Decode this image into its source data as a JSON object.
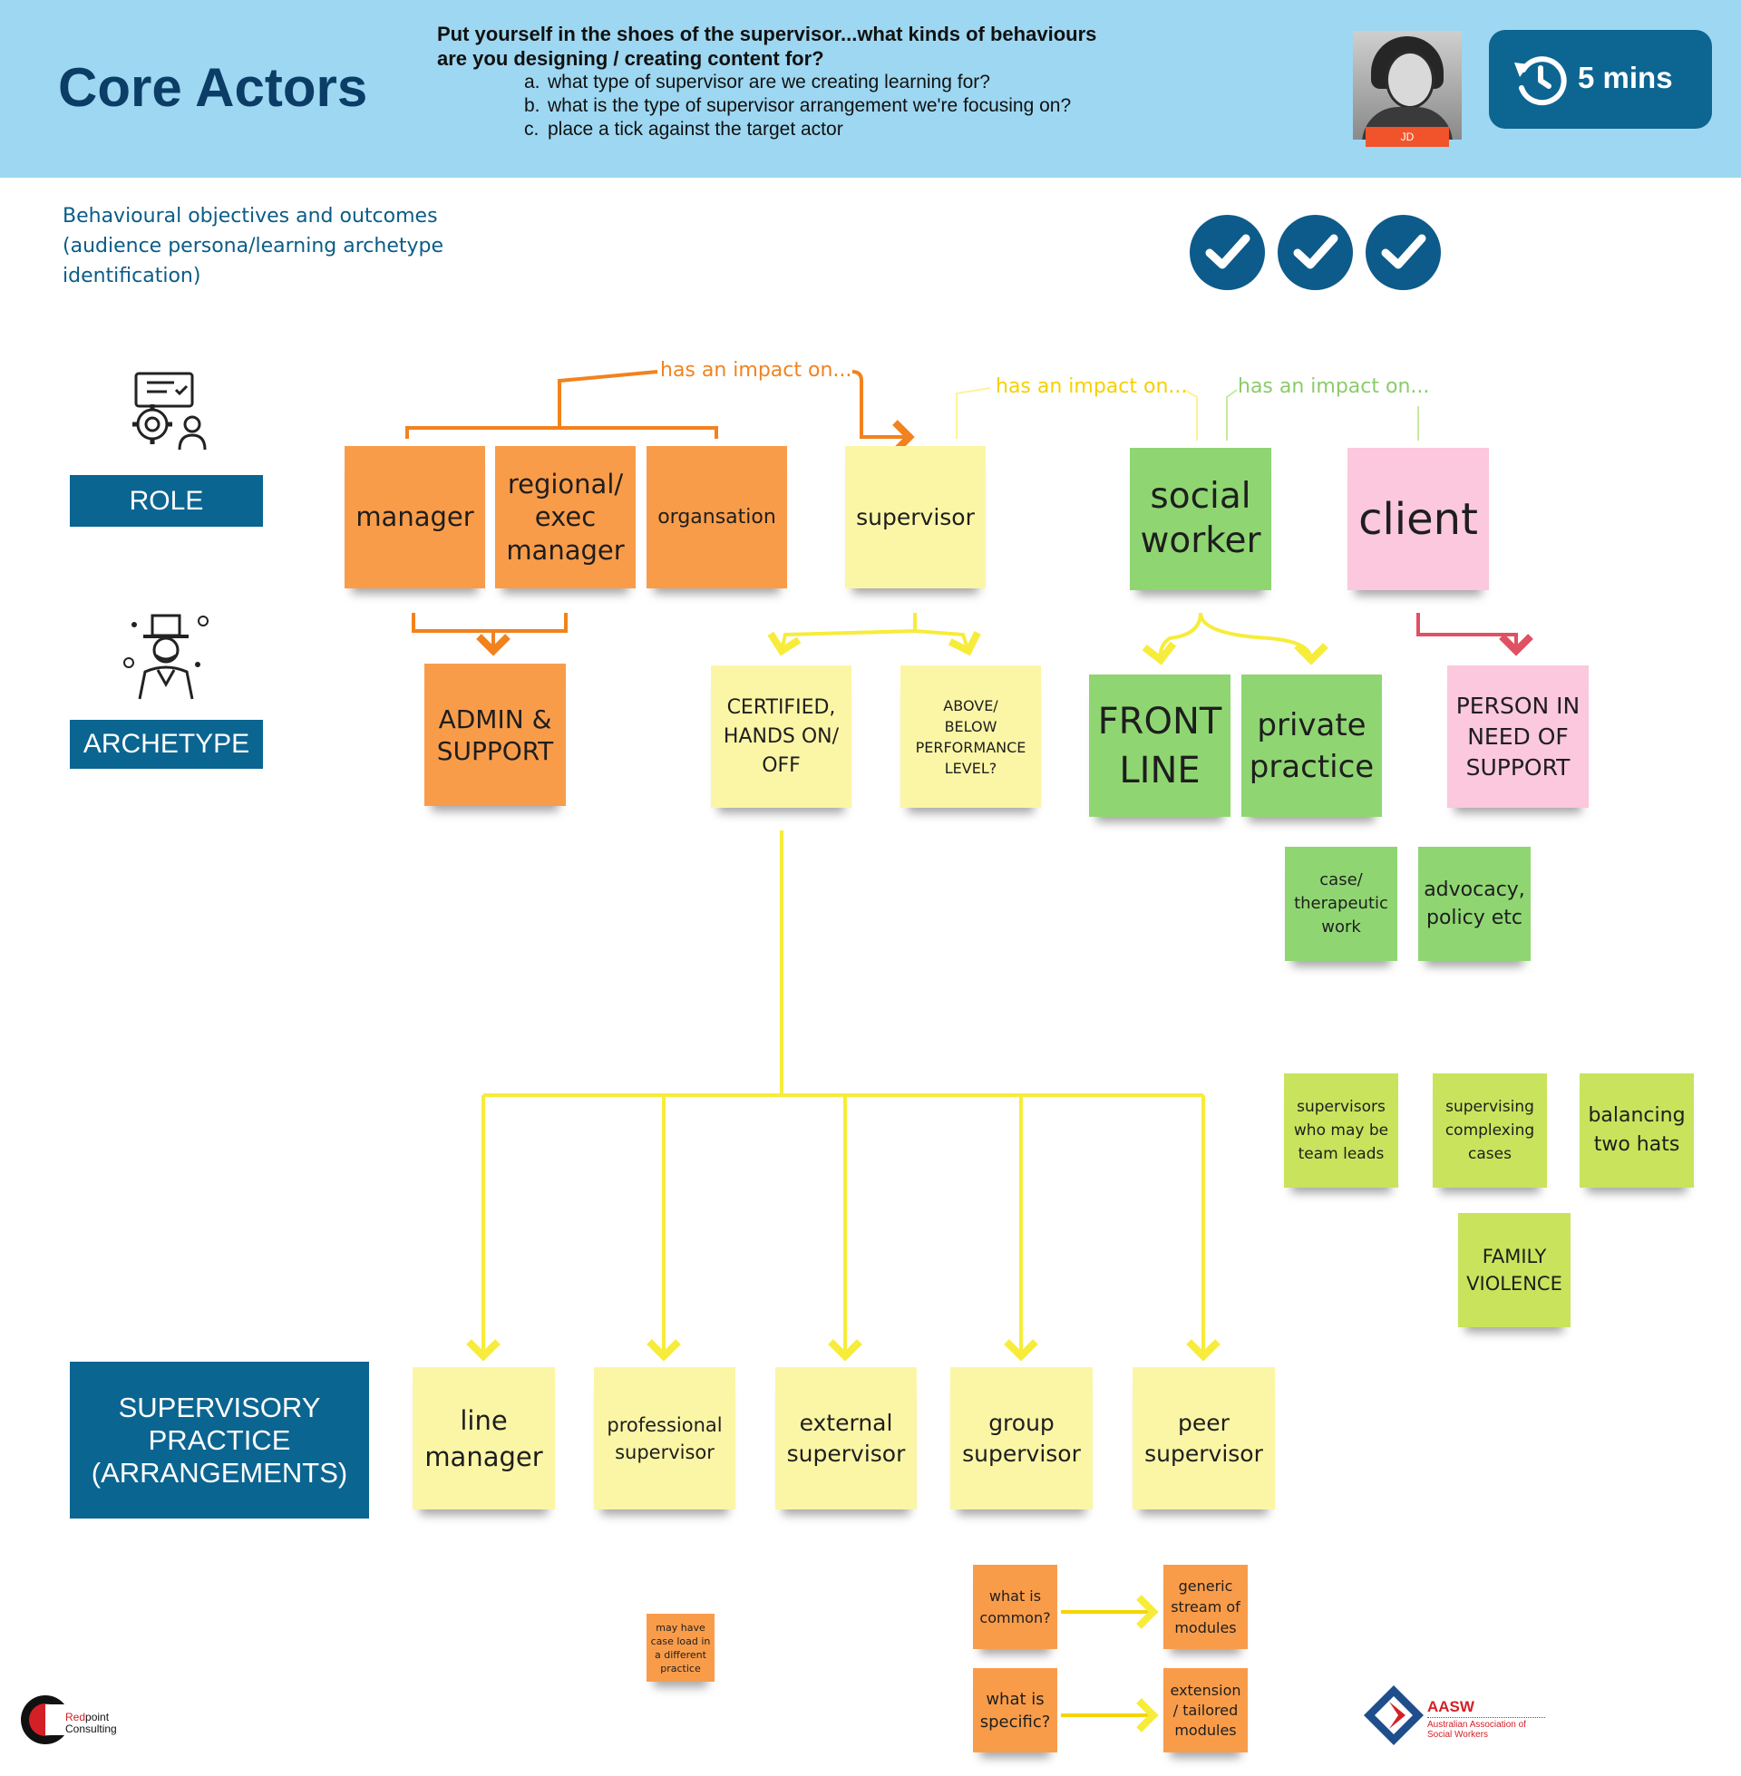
{
  "header": {
    "title": "Core Actors",
    "question": "Put yourself in the shoes of the supervisor...what kinds of behaviours are you designing / creating content for?",
    "items": [
      {
        "letter": "a.",
        "text": "what type of supervisor are we creating learning for?"
      },
      {
        "letter": "b.",
        "text": "what is the type of supervisor arrangement we're focusing on?"
      },
      {
        "letter": "c.",
        "text": "place a tick against the target actor"
      }
    ],
    "avatar_initials": "JD",
    "timer_label": "5 mins",
    "timer_icon": "history-clock-icon"
  },
  "subtitle": "Behavioural objectives and outcomes (audience persona/learning archetype identification)",
  "checks": [
    "check-icon",
    "check-icon",
    "check-icon"
  ],
  "labels": {
    "role": "ROLE",
    "archetype": "ARCHETYPE",
    "supervisory": "SUPERVISORY PRACTICE (ARRANGEMENTS)"
  },
  "connectors": {
    "impact_1": "has an impact on...",
    "impact_2": "has an impact on...",
    "impact_3": "has an impact on..."
  },
  "role_notes": {
    "manager": "manager",
    "regional": "regional/ exec manager",
    "organisation": "organsation",
    "supervisor": "supervisor",
    "social_worker": "social worker",
    "client": "client"
  },
  "archetype_notes": {
    "admin": "ADMIN & SUPPORT",
    "certified": "CERTIFIED, HANDS ON/ OFF",
    "above_below": "ABOVE/ BELOW PERFORMANCE LEVEL?",
    "front_line": "FRONT LINE",
    "private_practice": "private practice",
    "person_in_need": "PERSON IN NEED OF SUPPORT",
    "case_work": "case/ therapeutic work",
    "advocacy": "advocacy, policy etc"
  },
  "extra_notes": {
    "team_leads": "supervisors who may be team leads",
    "complex_cases": "supervising complexing cases",
    "two_hats": "balancing two hats",
    "family_violence": "FAMILY VIOLENCE"
  },
  "arrangements": {
    "line_manager": "line manager",
    "professional": "professional supervisor",
    "external": "external supervisor",
    "group": "group supervisor",
    "peer": "peer supervisor"
  },
  "bottom_notes": {
    "caseload": "may have case load in a different practice",
    "common": "what is common?",
    "generic": "generic stream of modules",
    "specific": "what is specific?",
    "extension": "extension / tailored modules"
  },
  "logos": {
    "redpoint_red": "Red",
    "redpoint_rest": "point",
    "redpoint_line2": "Consulting",
    "aasw_title": "AASW",
    "aasw_sub": "Australian Association of Social Workers"
  },
  "colors": {
    "header_bg": "#9dd7f1",
    "label_bg": "#0b6591",
    "orange_note": "#f99c4a",
    "yellow_note": "#fbf6a6",
    "green_note": "#8fd672",
    "pink_note": "#fbc8dd",
    "lime_note": "#c9e35c",
    "orange_line": "#f2821e",
    "yellow_line": "#f7ec3a",
    "green_line": "#8ccb6a",
    "red_line": "#e05163"
  }
}
